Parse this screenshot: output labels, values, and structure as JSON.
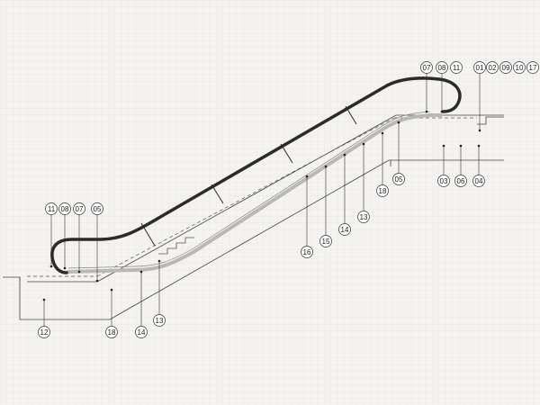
{
  "diagram": {
    "labels_top_right": [
      "07",
      "08",
      "11",
      "01",
      "02",
      "09",
      "10",
      "17"
    ],
    "labels_top_left": [
      "11",
      "08",
      "07",
      "05"
    ],
    "labels_mid": [
      "16",
      "15",
      "14",
      "13",
      "18",
      "05",
      "03",
      "06",
      "04"
    ],
    "labels_bottom": [
      "12",
      "18",
      "14",
      "13"
    ]
  }
}
